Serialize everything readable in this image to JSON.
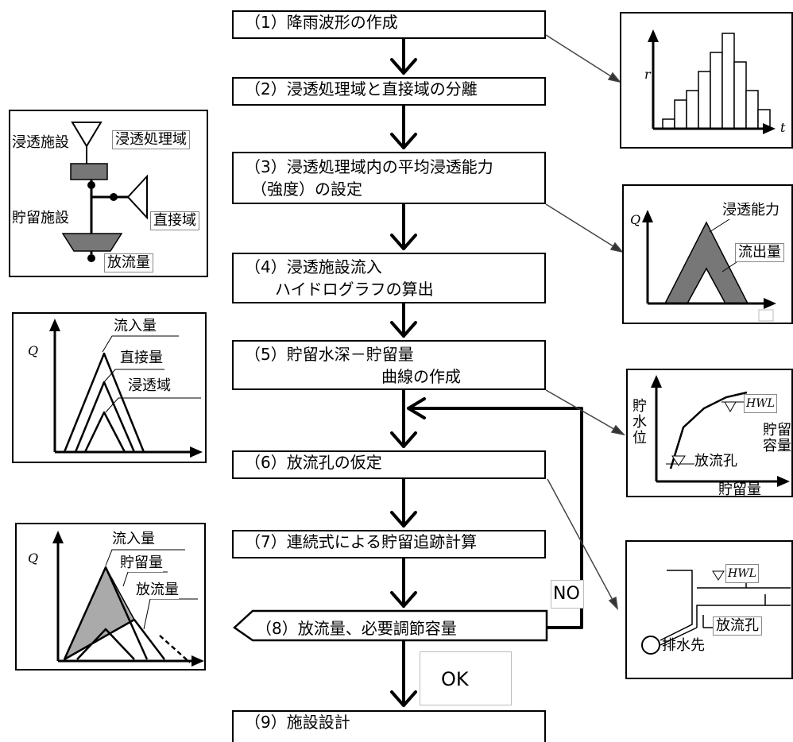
{
  "steps": [
    "（1）降雨波形の作成",
    "（2）浸透処理域と直接域の分離",
    "（3）浸透処理域内の平均浸透能力",
    "（強度）の設定",
    "（4）浸透施設流入",
    "ハイドログラフの算出",
    "（5）貯留水深－貯留量",
    "曲線の作成",
    "（6）放流孔の仮定",
    "（7）連続式による貯留追跡計算",
    "（8）放流量、必要調節容量",
    "（9）施設設計"
  ],
  "decision": {
    "no_label": "NO",
    "ok_label": "OK"
  },
  "rain_chart": {
    "y_label": "r",
    "x_label": "t",
    "bars": [
      1,
      3,
      4,
      6,
      8,
      10,
      7,
      4,
      2
    ]
  },
  "infiltration_area_panel": {
    "labels": [
      "浸透施設",
      "浸透処理域",
      "貯留施設",
      "直接域",
      "放流量"
    ]
  },
  "infiltration_capacity_chart": {
    "y_label": "Q",
    "labels": [
      "浸透能力",
      "流出量"
    ]
  },
  "inflow_hydrograph_chart": {
    "y_label": "Q",
    "labels": [
      "流入量",
      "直接量",
      "浸透域"
    ]
  },
  "storage_curve_chart": {
    "y_label_chars": [
      "貯",
      "水",
      "位"
    ],
    "hwl": "HWL",
    "outlet": "放流孔",
    "capacity_chars": [
      "貯留",
      "容量"
    ],
    "x_label": "貯留量"
  },
  "outlet_diagram": {
    "hwl": "HWL",
    "outlet": "放流孔",
    "drain": "排水先"
  },
  "routing_chart": {
    "y_label": "Q",
    "labels": [
      "流入量",
      "貯留量",
      "放流量"
    ]
  },
  "colors": {
    "line": "#000000",
    "fill_dark": "#777777",
    "fill_mid": "#aaaaaa",
    "connector": "#444444"
  }
}
